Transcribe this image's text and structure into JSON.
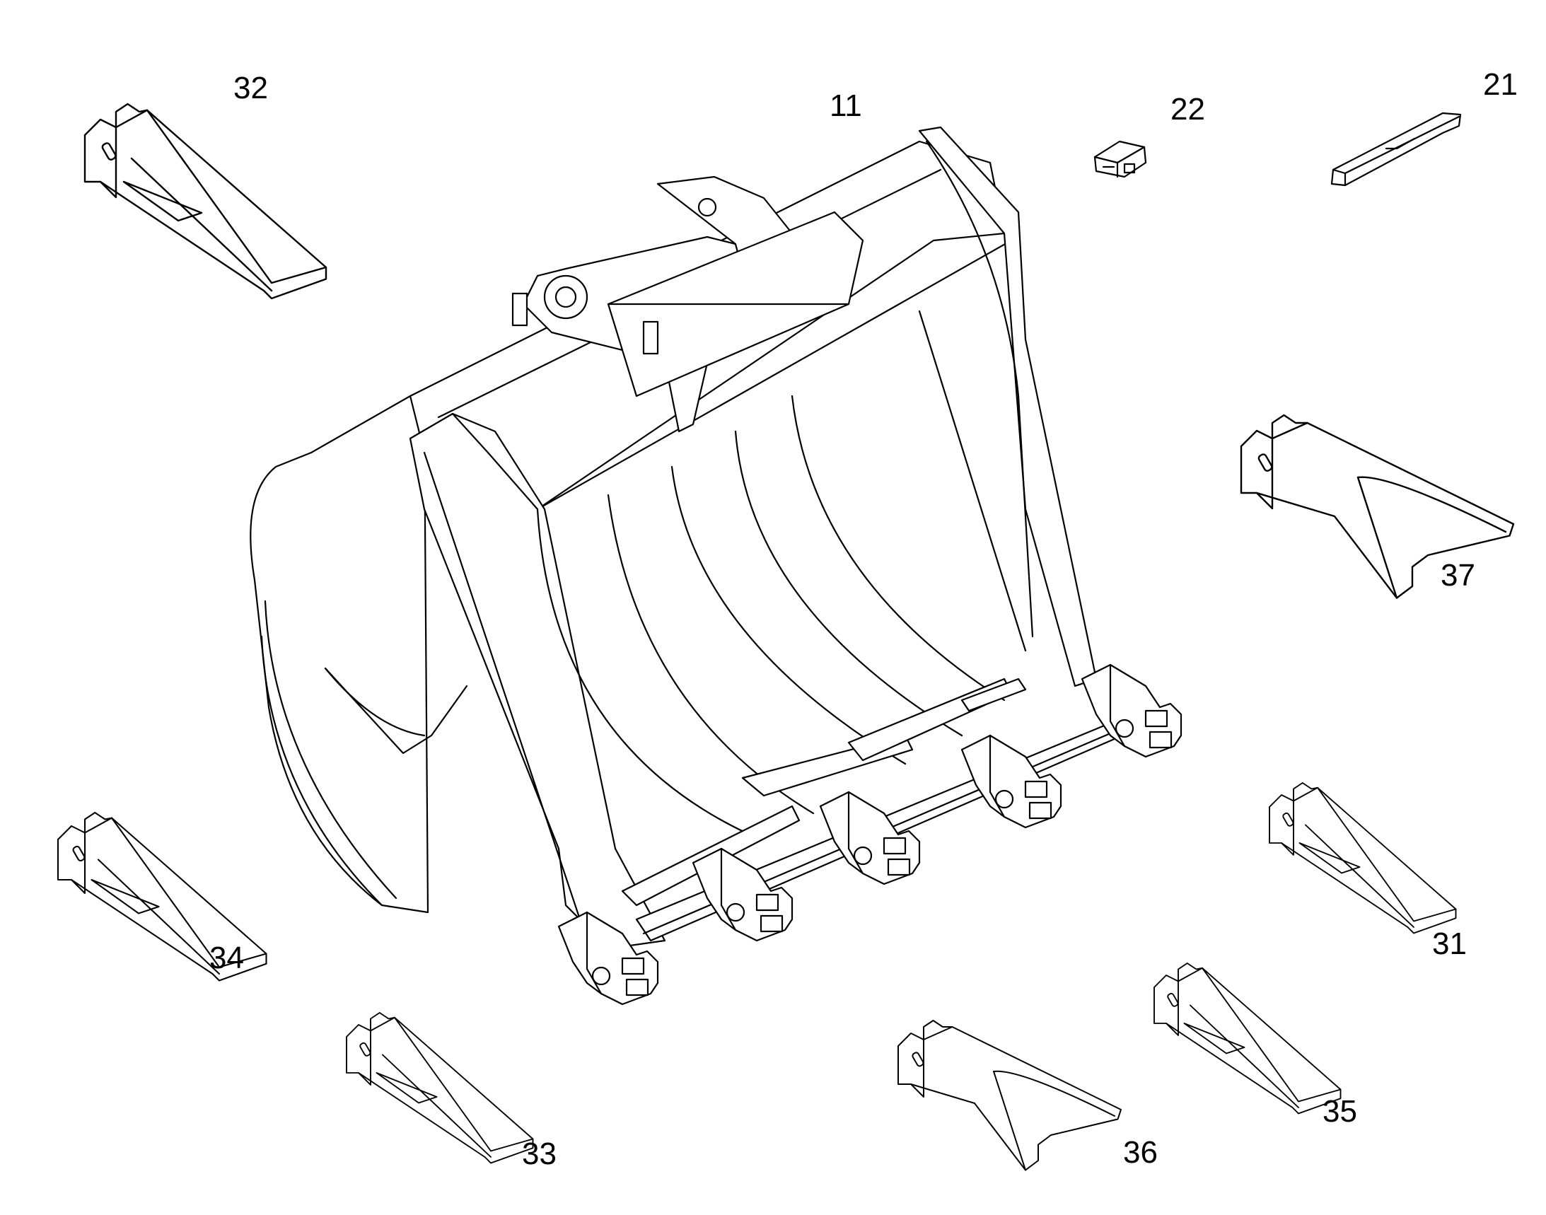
{
  "diagram": {
    "colors": {
      "line": "#000000",
      "background": "#ffffff"
    },
    "parts": [
      {
        "id": "p11",
        "label": "11",
        "icon": "bucket-icon"
      },
      {
        "id": "p21",
        "label": "21",
        "icon": "wear-strip-icon"
      },
      {
        "id": "p22",
        "label": "22",
        "icon": "retainer-icon"
      },
      {
        "id": "p31",
        "label": "31",
        "icon": "tooth-icon"
      },
      {
        "id": "p32",
        "label": "32",
        "icon": "tooth-icon"
      },
      {
        "id": "p33",
        "label": "33",
        "icon": "tooth-icon"
      },
      {
        "id": "p34",
        "label": "34",
        "icon": "tooth-icon"
      },
      {
        "id": "p35",
        "label": "35",
        "icon": "tooth-icon"
      },
      {
        "id": "p36",
        "label": "36",
        "icon": "tooth-icon"
      },
      {
        "id": "p37",
        "label": "37",
        "icon": "tooth-icon"
      }
    ]
  }
}
